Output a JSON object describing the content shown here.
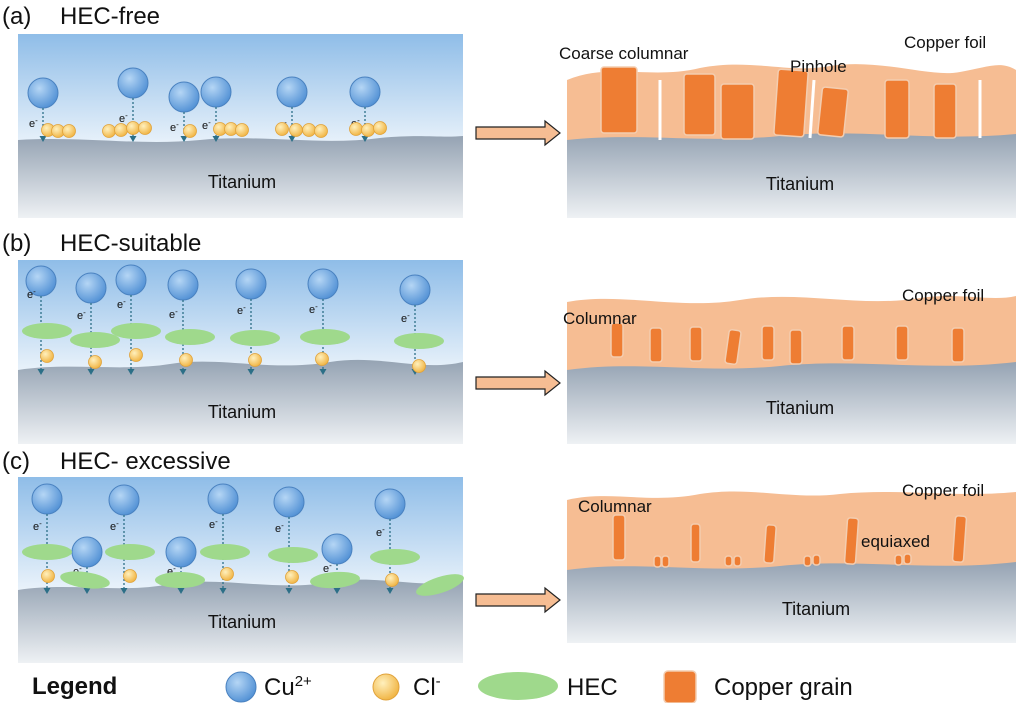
{
  "panels": {
    "a": {
      "letter": "(a)",
      "title": "HEC-free",
      "left_substrate": "Titanium",
      "right_substrate": "Titanium",
      "ann_coarse": "Coarse columnar",
      "ann_pinhole": "Pinhole",
      "ann_foil": "Copper foil"
    },
    "b": {
      "letter": "(b)",
      "title": "HEC-suitable",
      "left_substrate": "Titanium",
      "right_substrate": "Titanium",
      "ann_columnar": "Columnar",
      "ann_foil": "Copper foil"
    },
    "c": {
      "letter": "(c)",
      "title": "HEC- excessive",
      "left_substrate": "Titanium",
      "right_substrate": "Titanium",
      "ann_columnar": "Columnar",
      "ann_equiaxed": "equiaxed",
      "ann_foil": "Copper foil"
    }
  },
  "electron": {
    "base": "e",
    "sup": "-"
  },
  "legend": {
    "title": "Legend",
    "cu_base": "Cu",
    "cu_sup": "2+",
    "cl_base": "Cl",
    "cl_sup": "-",
    "hec": "HEC",
    "grain": "Copper grain"
  },
  "colors": {
    "cu_ion": "#5b97d8",
    "cl_ion": "#f5be52",
    "hec": "#9fd98c",
    "copper_grain": "#ee7d33",
    "copper_foil": "#f6bd93",
    "titanium": "#99a7b6",
    "solution": "#8fbde8"
  }
}
